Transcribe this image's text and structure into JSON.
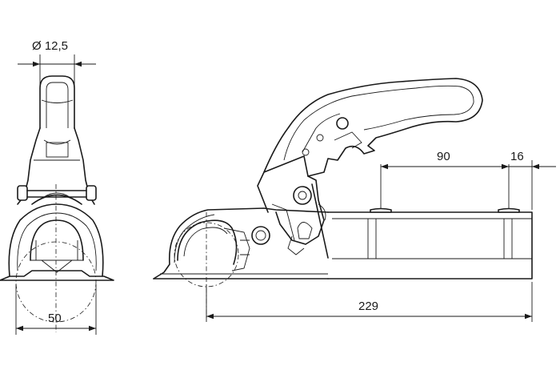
{
  "dimensions": {
    "pin_diameter": "Ø 12,5",
    "ball_width": "50",
    "overall_length": "229",
    "hole_spacing": "90",
    "end_offset": "16"
  }
}
